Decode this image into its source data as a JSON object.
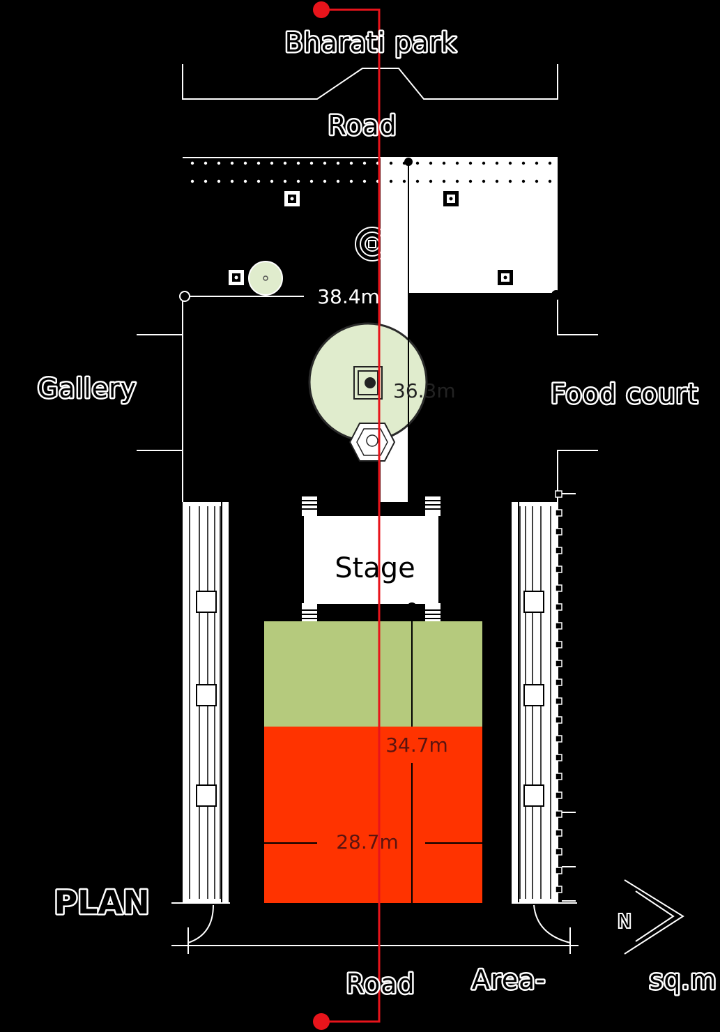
{
  "labels": {
    "north_top": "Bharati park",
    "road_top": "Road",
    "road_bottom": "Road",
    "gallery": "Gallery",
    "food_court": "Food court",
    "stage": "Stage",
    "plan_title": "PLAN",
    "north_arrow": "N",
    "area_label": "Area-",
    "area_unit": "sq.m"
  },
  "dimensions": {
    "width_upper": "38.4m",
    "depth_upper": "36.3m",
    "depth_lower": "34.7m",
    "width_lower": "28.7m"
  },
  "colors": {
    "background": "#000000",
    "line": "#ffffff",
    "section_line": "#e8141b",
    "lawn": "#b5ca7d",
    "plaza": "#ff3300",
    "tree_fill": "#e0eccd",
    "plaza_text": "#5a1410"
  }
}
